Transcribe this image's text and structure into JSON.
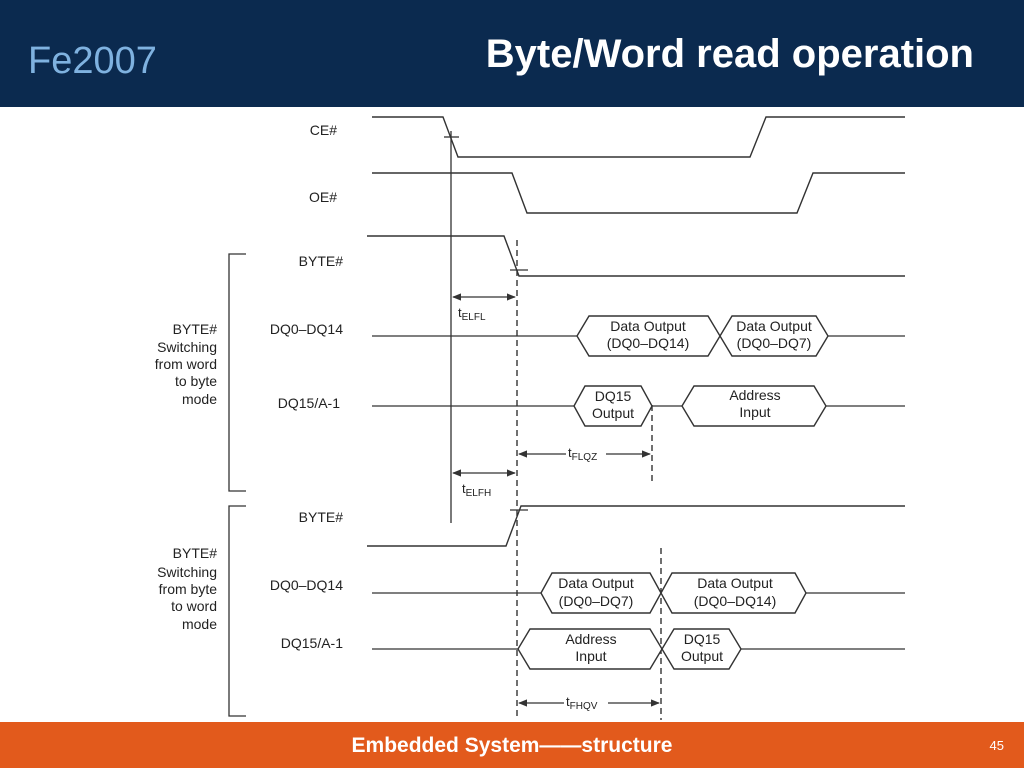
{
  "header": {
    "brand": "Fe2007",
    "title": "Byte/Word read operation"
  },
  "footer": {
    "title": "Embedded System——structure",
    "page": "45"
  },
  "colors": {
    "header_bg": "#0b2a4f",
    "brand": "#7fb2e0",
    "footer_bg": "#e25a1c",
    "line": "#333333"
  },
  "signals": {
    "ce": "CE#",
    "oe": "OE#",
    "byte_top": "BYTE#",
    "dq0_top": "DQ0–DQ14",
    "dq15_top": "DQ15/A-1",
    "byte_bottom": "BYTE#",
    "dq0_bottom": "DQ0–DQ14",
    "dq15_bottom": "DQ15/A-1"
  },
  "groups": {
    "word_to_byte": [
      "BYTE#",
      "Switching",
      "from word",
      "to byte",
      "mode"
    ],
    "byte_to_word": [
      "BYTE#",
      "Switching",
      "from byte",
      "to word",
      "mode"
    ]
  },
  "bus_boxes": {
    "top_dq0_a": [
      "Data Output",
      "(DQ0–DQ14)"
    ],
    "top_dq0_b": [
      "Data Output",
      "(DQ0–DQ7)"
    ],
    "top_dq15_a": [
      "DQ15",
      "Output"
    ],
    "top_dq15_b": [
      "Address",
      "Input"
    ],
    "bot_dq0_a": [
      "Data Output",
      "(DQ0–DQ7)"
    ],
    "bot_dq0_b": [
      "Data Output",
      "(DQ0–DQ14)"
    ],
    "bot_dq15_a": [
      "Address",
      "Input"
    ],
    "bot_dq15_b": [
      "DQ15",
      "Output"
    ]
  },
  "timing": {
    "elfl": {
      "t": "t",
      "sub": "ELFL"
    },
    "flqz": {
      "t": "t",
      "sub": "FLQZ"
    },
    "elfh": {
      "t": "t",
      "sub": "ELFH"
    },
    "fhqv": {
      "t": "t",
      "sub": "FHQV"
    }
  }
}
